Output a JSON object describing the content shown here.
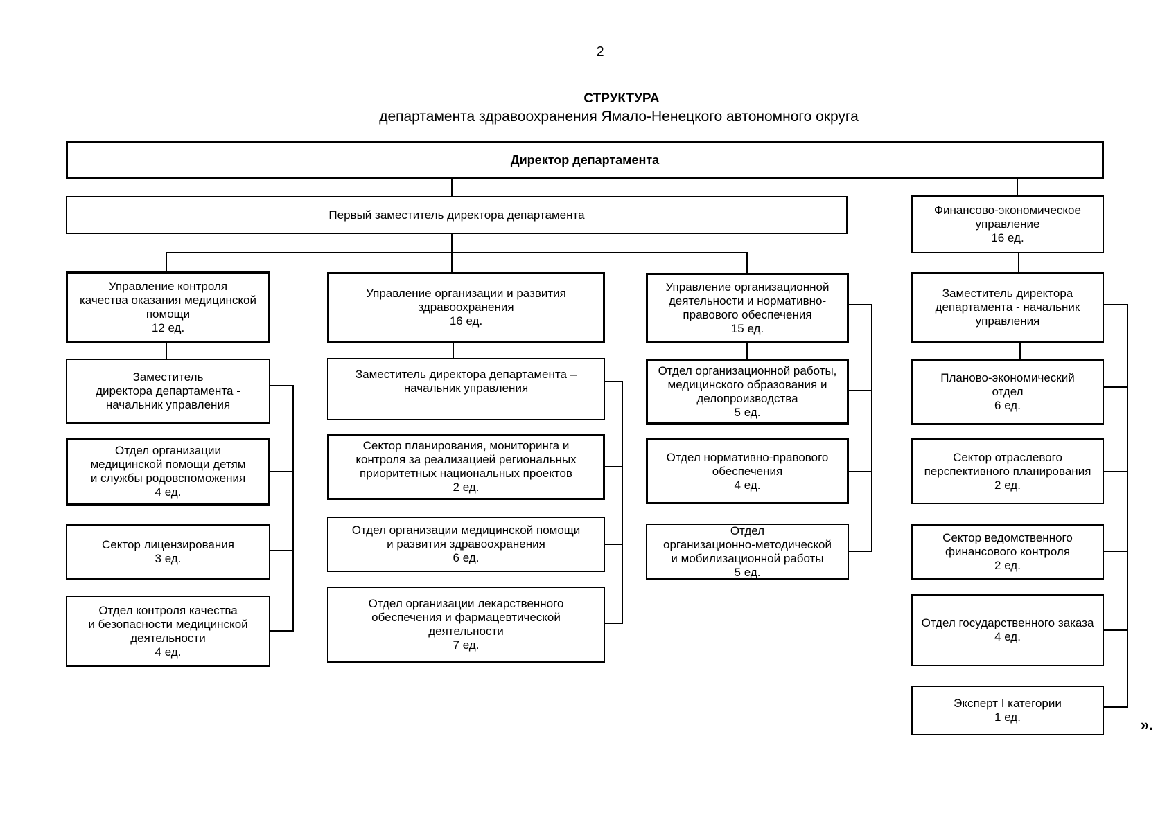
{
  "page": {
    "number": "2",
    "closing_mark": "»."
  },
  "title": {
    "heading": "СТРУКТУРА",
    "subtitle": "департамента здравоохранения Ямало-Ненецкого автономного округа"
  },
  "chart": {
    "director": "Директор департамента",
    "first_deputy": "Первый заместитель директора департамента",
    "columns": [
      {
        "header": "Управление контроля\nкачества оказания медицинской\nпомощи\n12 ед.",
        "children": [
          "Заместитель\nдиректора департамента -\nначальник управления",
          "Отдел организации\nмедицинской помощи детям\nи службы родовспоможения\n4 ед.",
          "Сектор лицензирования\n3 ед.",
          "Отдел контроля качества\nи безопасности медицинской\nдеятельности\n4 ед."
        ]
      },
      {
        "header": "Управление организации и развития\nздравоохранения\n16 ед.",
        "children": [
          "Заместитель директора департамента –\nначальник управления",
          "Сектор планирования, мониторинга и\nконтроля за реализацией региональных\nприоритетных национальных проектов\n2 ед.",
          "Отдел организации медицинской помощи\nи развития здравоохранения\n6 ед.",
          "Отдел организации лекарственного\nобеспечения и фармацевтической\nдеятельности\n7 ед."
        ]
      },
      {
        "header": "Управление организационной\nдеятельности и нормативно-\nправового обеспечения\n15 ед.",
        "children": [
          "Отдел организационной работы,\nмедицинского образования и\nделопроизводства\n5 ед.",
          "Отдел нормативно-правового\nобеспечения\n4 ед.",
          "Отдел\nорганизационно-методической\nи мобилизационной работы\n5 ед."
        ]
      }
    ],
    "finance": {
      "department": "Финансово-экономическое\nуправление\n16 ед.",
      "deputy": "Заместитель директора\nдепартамента - начальник\nуправления",
      "children": [
        "Планово-экономический\nотдел\n6 ед.",
        "Сектор отраслевого\nперспективного планирования\n2 ед.",
        "Сектор ведомственного\nфинансового контроля\n2 ед.",
        "Отдел государственного заказа\n4 ед.",
        "Эксперт I категории\n1 ед."
      ]
    }
  }
}
